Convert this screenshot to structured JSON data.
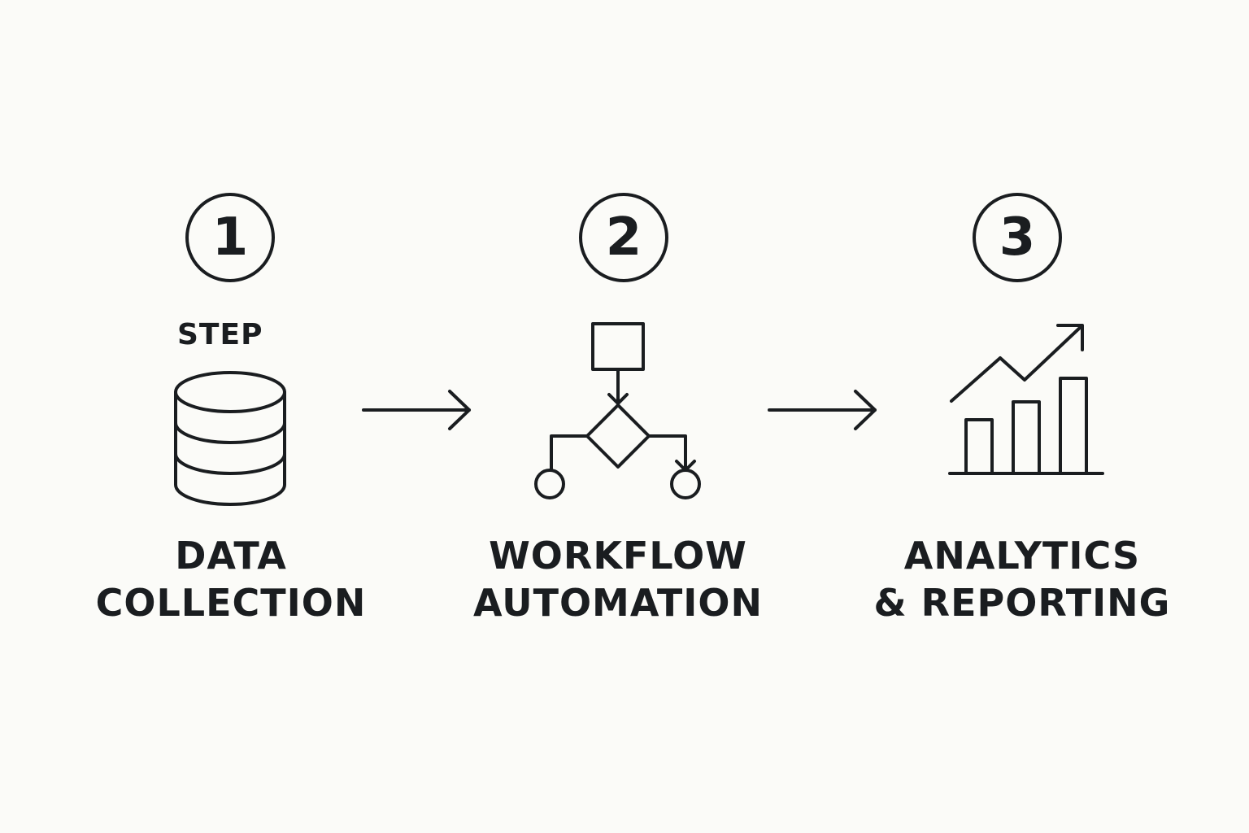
{
  "step_word": "STEP",
  "steps": [
    {
      "number": "1",
      "icon": "database-icon",
      "label_line1": "DATA",
      "label_line2": "COLLECTION"
    },
    {
      "number": "2",
      "icon": "workflow-icon",
      "label_line1": "WORKFLOW",
      "label_line2": "AUTOMATION"
    },
    {
      "number": "3",
      "icon": "bar-chart-trend-icon",
      "label_line1": "ANALYTICS",
      "label_line2": "& REPORTING"
    }
  ],
  "connectors": [
    "arrow-right-icon",
    "arrow-right-icon"
  ],
  "colors": {
    "background": "#fbfbf8",
    "ink": "#1a1d20"
  }
}
